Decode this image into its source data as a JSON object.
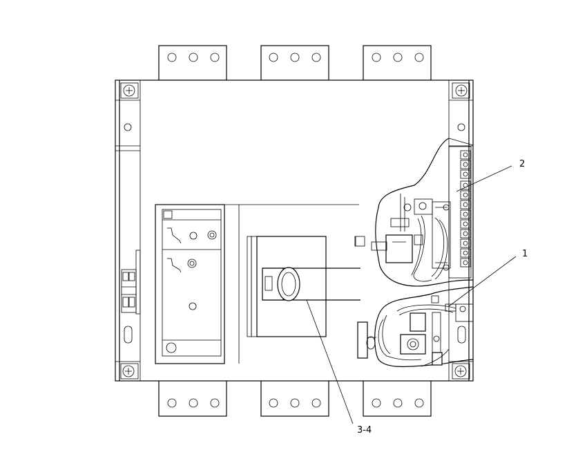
{
  "callouts": {
    "one": "1",
    "two": "2",
    "three_four": "3-4"
  }
}
